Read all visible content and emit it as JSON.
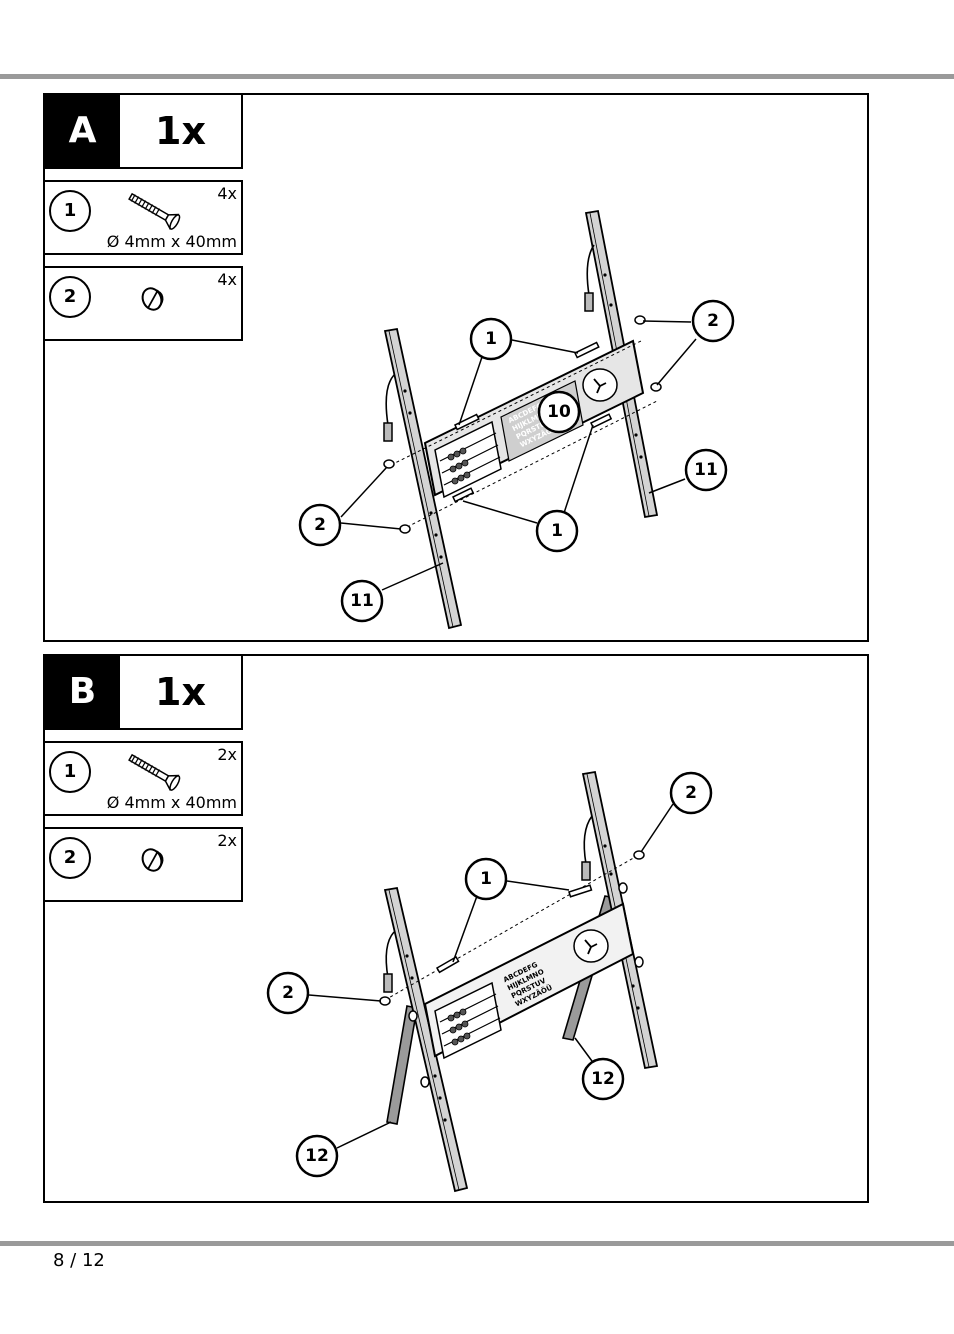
{
  "page": {
    "number": "8 / 12"
  },
  "steps": [
    {
      "letter": "A",
      "quantity": "1x",
      "parts": [
        {
          "id": "1",
          "count": "4x",
          "dimension": "Ø 4mm x 40mm",
          "icon": "screw-icon"
        },
        {
          "id": "2",
          "count": "4x",
          "icon": "cap-icon"
        }
      ],
      "callouts": [
        "1",
        "2",
        "10",
        "11",
        "1",
        "2",
        "11"
      ]
    },
    {
      "letter": "B",
      "quantity": "1x",
      "parts": [
        {
          "id": "1",
          "count": "2x",
          "dimension": "Ø 4mm x 40mm",
          "icon": "screw-icon"
        },
        {
          "id": "2",
          "count": "2x",
          "icon": "cap-icon"
        }
      ],
      "callouts": [
        "2",
        "1",
        "2",
        "12",
        "12"
      ]
    }
  ],
  "board_text": {
    "line1": "ABCDEFG",
    "line2": "HIJKLMNO",
    "line3": "PQRSTUV",
    "line4": "WXYZÄÖÜ"
  }
}
